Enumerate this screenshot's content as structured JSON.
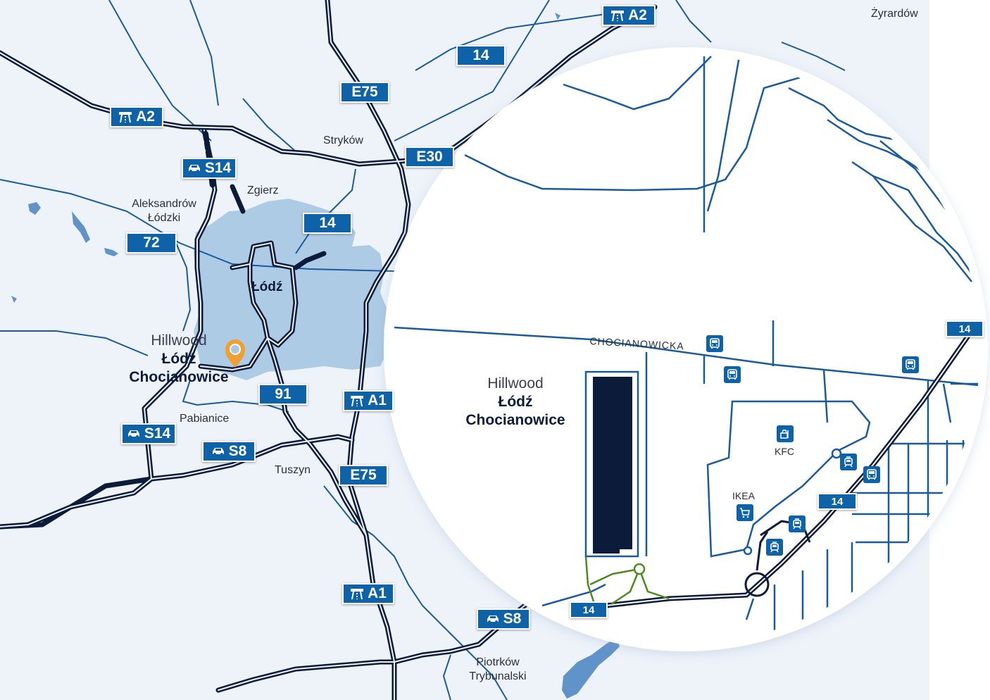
{
  "towns": {
    "zyrardow": "Żyrardów",
    "strykow": "Stryków",
    "zgierz": "Zgierz",
    "aleksandrow_1": "Aleksandrów",
    "aleksandrow_2": "Łódzki",
    "pabianice": "Pabianice",
    "tuszyn": "Tuszyn",
    "piotrkow_1": "Piotrków",
    "piotrkow_2": "Trybunalski",
    "lodz": "Łódź"
  },
  "site": {
    "line1": "Hillwood",
    "line2": "Łódź",
    "line3": "Chocianowice"
  },
  "roads": {
    "a2_top": "A2",
    "a2_left": "A2",
    "r14_top": "14",
    "e75_top": "E75",
    "e30": "E30",
    "s14_top": "S14",
    "r14_mid": "14",
    "r72": "72",
    "r91": "91",
    "a1_mid": "A1",
    "s14_bottom": "S14",
    "s8_left": "S8",
    "e75_bottom": "E75",
    "a1_bottom": "A1",
    "s8_bottom": "S8",
    "r14_right": "14",
    "r14_inset": "14",
    "r14_inset_bottom": "14"
  },
  "inset": {
    "street": "CHOCIANOWICKA",
    "kfc": "KFC",
    "ikea": "IKEA"
  },
  "colors": {
    "road_shield": "#0d62a8",
    "highway": "#0d1b3a",
    "urban_area": "#a9c8e4",
    "water": "#5f93c9",
    "site_marker": "#f0a030",
    "warehouse": "#0d1b3a",
    "access_road": "#4e8a1e"
  },
  "icons": {
    "motorway": "motorway-icon",
    "expressway": "car-icon",
    "bus": "bus-icon",
    "tram": "tram-icon",
    "fastfood": "fastfood-icon",
    "shopping": "shopping-cart-icon",
    "marker": "location-pin-icon"
  }
}
